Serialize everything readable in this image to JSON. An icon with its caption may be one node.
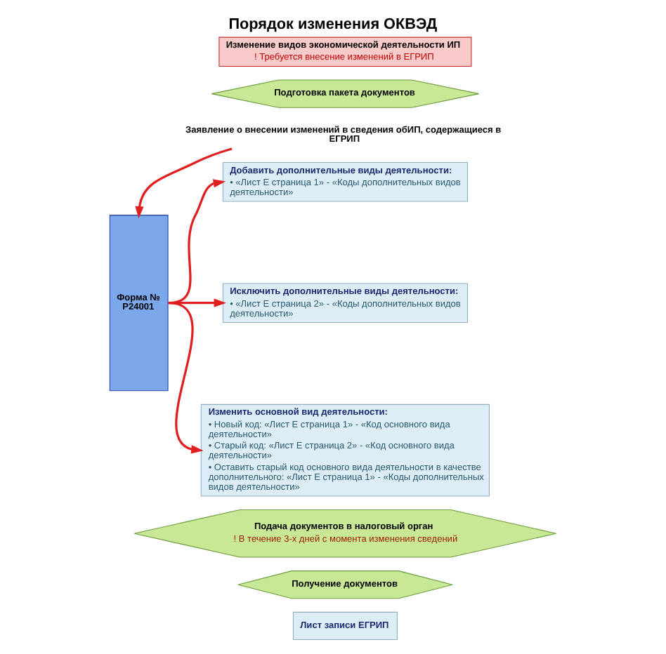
{
  "diagram": {
    "title": "Порядок изменения ОКВЭД",
    "nodes": [
      {
        "text": [
          "Изменение видов экономической деятельности ИП",
          "! Требуется внесение изменений в ЕГРИП"
        ]
      },
      {
        "text": [
          "Подготовка пакета документов"
        ]
      },
      {
        "text": [
          "Заявление о внесении изменений в сведения обИП, содержащиеся в ЕГРИП"
        ]
      },
      {
        "text": [
          "Форма № Р24001"
        ]
      },
      {
        "text": [
          "Добавить дополнительные виды деятельности:",
          "• «Лист Е страница 1» - «Коды дополнительных видов деятельности»"
        ]
      },
      {
        "text": [
          "Исключить дополнительные виды деятельности:",
          "• «Лист Е страница 2» - «Коды дополнительных видов деятельности»"
        ]
      },
      {
        "text": [
          "Изменить основной вид деятельности:",
          "• Новый код: «Лист Е страница 1» - «Код основного вида деятельности»",
          "• Старый код: «Лист Е страница 2» - «Код основного вида деятельности»",
          "• Оставить старый код основного вида деятельности в качестве дополнительного: «Лист Е страница 1» - «Коды дополнительных видов деятельности»"
        ]
      },
      {
        "text": [
          "Подача документов в налоговый орган",
          "! В течение 3-х дней с момента изменения сведений"
        ]
      },
      {
        "text": [
          "Получение документов"
        ]
      },
      {
        "text": [
          "Лист записи ЕГРИП"
        ]
      }
    ],
    "edges": [
      {
        "from": 2,
        "to": 3,
        "arrow": "to"
      },
      {
        "from": 3,
        "to": 4,
        "arrow": "to"
      },
      {
        "from": 3,
        "to": 5,
        "arrow": "to"
      },
      {
        "from": 3,
        "to": 6,
        "arrow": "to"
      }
    ]
  }
}
